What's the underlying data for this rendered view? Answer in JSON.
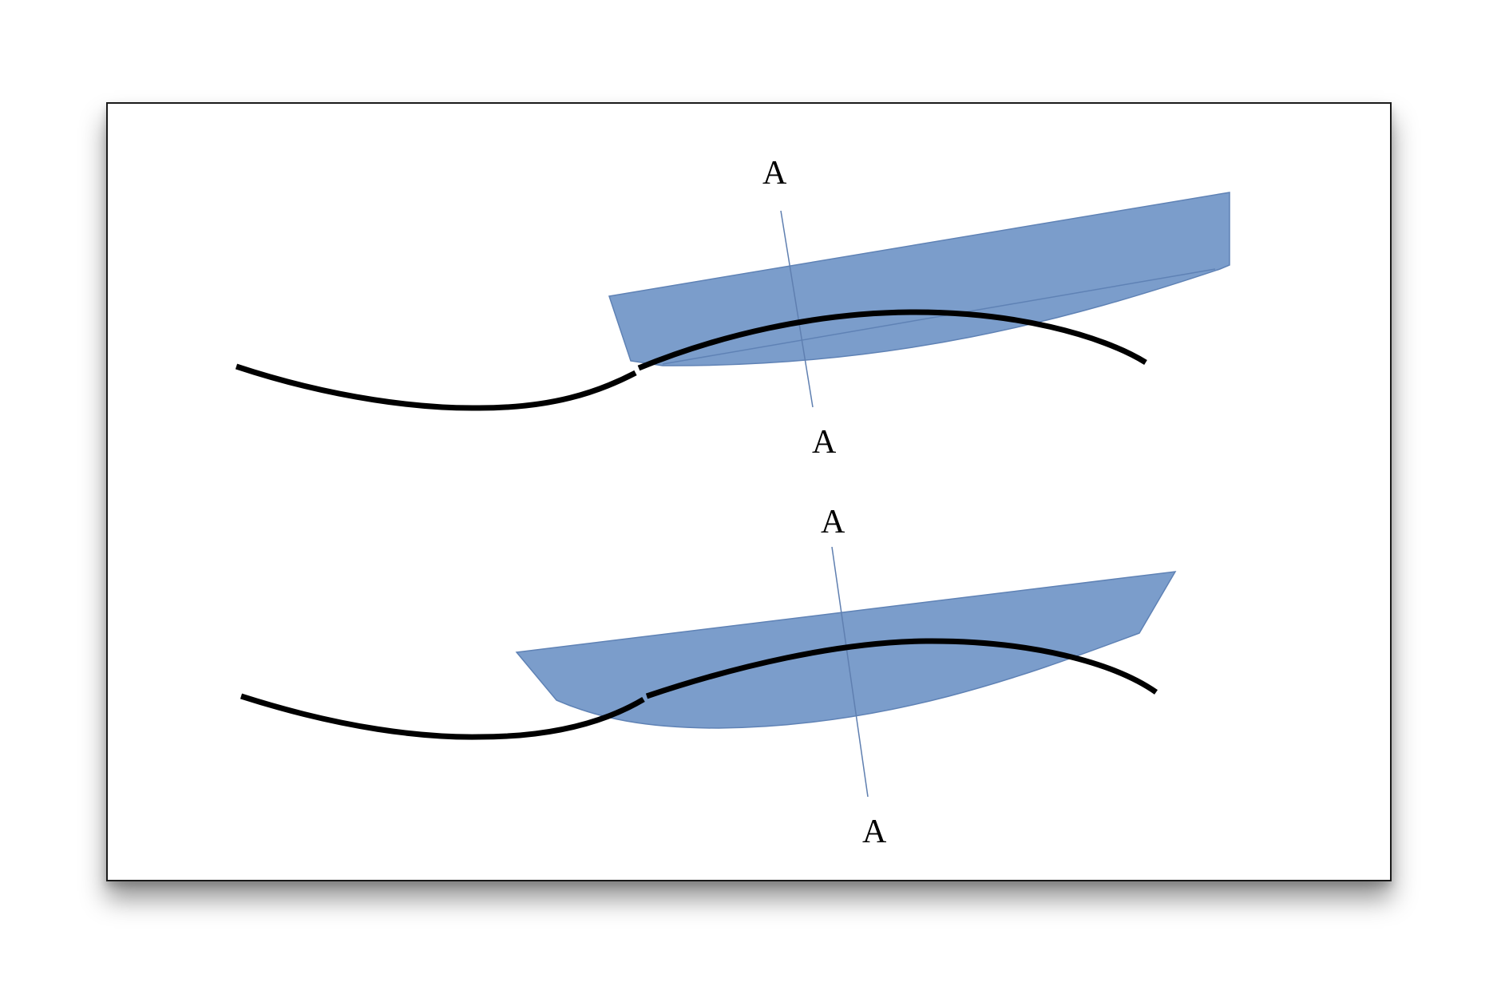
{
  "colors": {
    "blade_fill": "#7b9dcb",
    "blade_stroke": "#5f82b5",
    "surface_curve": "#000000",
    "section_line": "#5f7fb0",
    "background": "#ffffff"
  },
  "top_view": {
    "section_label_upper": "A",
    "section_label_lower": "A"
  },
  "bottom_view": {
    "section_label_upper": "A",
    "section_label_lower": "A"
  }
}
